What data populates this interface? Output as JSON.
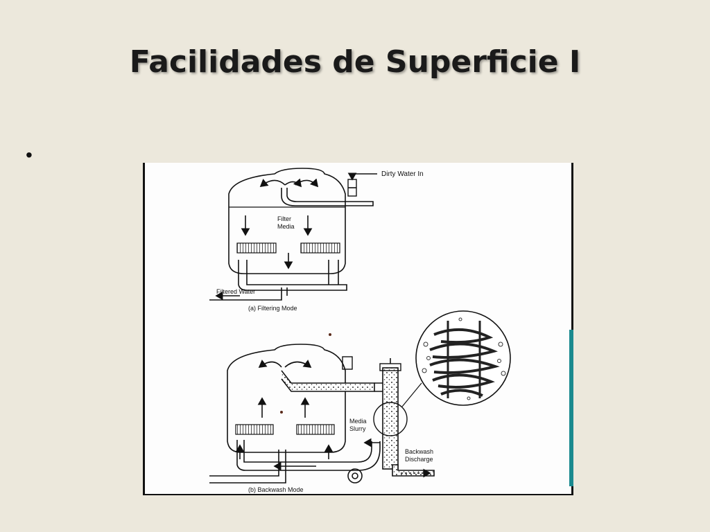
{
  "slide": {
    "title": "Facilidades de Superficie I",
    "bullet": "•"
  },
  "diagram": {
    "labels": {
      "dirty_water_in": "Dirty Water In",
      "filter": "Filter",
      "media": "Media",
      "filtered_water": "Filtered Water",
      "caption_a": "(a)  Filtering Mode",
      "media_slurry_1": "Media",
      "media_slurry_2": "Slurry",
      "backwash_1": "Backwash",
      "backwash_2": "Discharge",
      "caption_b": "(b)  Backwash Mode"
    }
  }
}
